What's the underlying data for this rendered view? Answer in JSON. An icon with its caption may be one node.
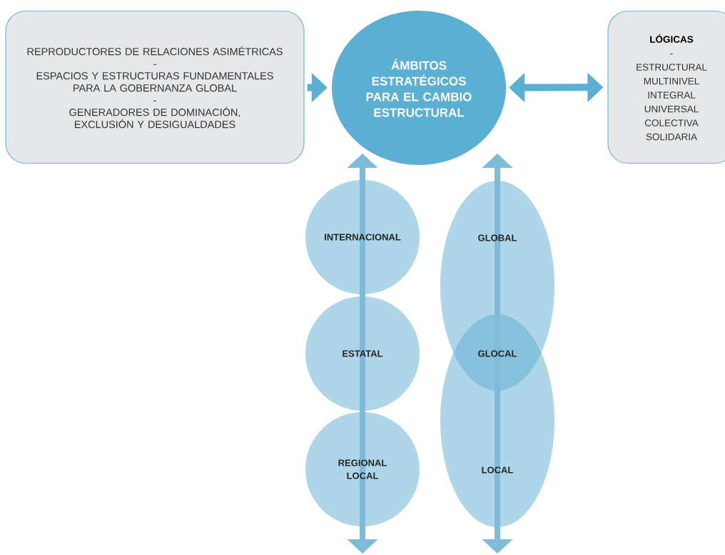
{
  "diagram": {
    "nodes": [
      {
        "text": [
          "REPRODUCTORES DE RELACIONES ASIMÉTRICAS",
          "-",
          "ESPACIOS Y ESTRUCTURAS FUNDAMENTALES PARA LA GOBERNANZA GLOBAL",
          "-",
          "GENERADORES DE DOMINACIÓN, EXCLUSIÓN Y DESIGUALDADES"
        ]
      },
      {
        "text": [
          "ÁMBITOS ESTRATÉGICOS PARA EL CAMBIO ESTRUCTURAL"
        ]
      },
      {
        "text": [
          "LÓGICAS",
          "-",
          "ESTRUCTURAL",
          "MULTINIVEL",
          "INTEGRAL",
          "UNIVERSAL",
          "COLECTIVA",
          "SOLIDARIA"
        ]
      },
      {
        "text": [
          "INTERNACIONAL"
        ]
      },
      {
        "text": [
          "ESTATAL"
        ]
      },
      {
        "text": [
          "REGIONAL LOCAL"
        ]
      },
      {
        "text": [
          "GLOBAL"
        ]
      },
      {
        "text": [
          "GLOCAL"
        ]
      },
      {
        "text": [
          "LOCAL"
        ]
      }
    ],
    "edges": [
      {
        "from": 0,
        "to": 1,
        "arrow": "to"
      },
      {
        "from": 1,
        "to": 2,
        "arrow": "both"
      }
    ]
  }
}
